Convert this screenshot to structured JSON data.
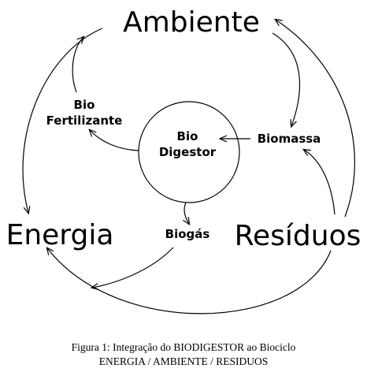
{
  "nodes": {
    "ambiente": "Ambiente",
    "energia": "Energia",
    "residuos": "Resíduos",
    "bio_fertilizante_line1": "Bio",
    "bio_fertilizante_line2": "Fertilizante",
    "bio_digestor_line1": "Bio",
    "bio_digestor_line2": "Digestor",
    "biomassa": "Biomassa",
    "biogas": "Biogás"
  },
  "caption": {
    "line1": "Figura 1: Integração do BIODIGESTOR ao Biociclo",
    "line2": "ENERGIA / AMBIENTE / RESIDUOS"
  }
}
